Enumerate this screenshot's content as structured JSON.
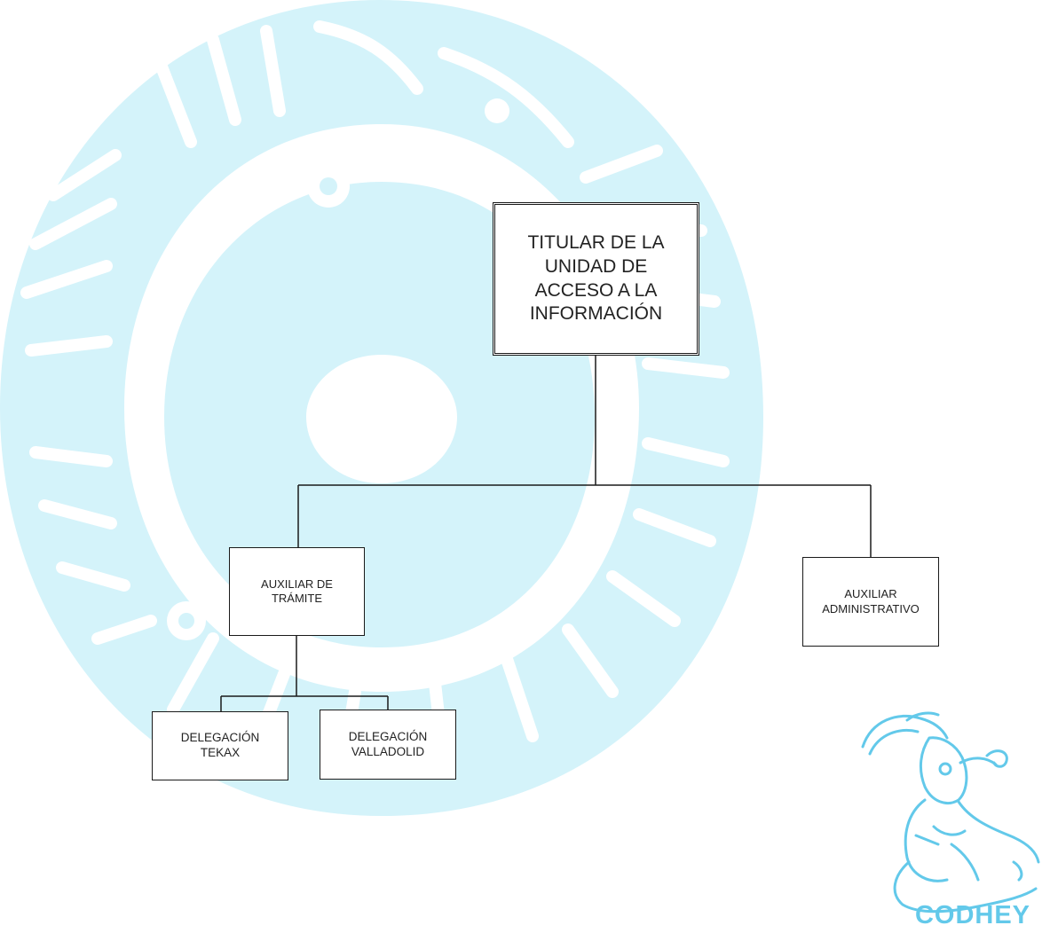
{
  "chart": {
    "root": {
      "label": "TITULAR DE LA\nUNIDAD DE\nACCESO A LA\nINFORMACIÓN"
    },
    "level2": [
      {
        "label": "AUXILIAR DE\nTRÁMITE"
      },
      {
        "label": "AUXILIAR\nADMINISTRATIVO"
      }
    ],
    "level3": [
      {
        "label": "DELEGACIÓN\nTEKAX"
      },
      {
        "label": "DELEGACIÓN\nVALLADOLID"
      }
    ]
  },
  "logo": {
    "wordmark": "CODHEY",
    "color": "#63c9ea"
  },
  "colors": {
    "watermark": "#d4f3fa",
    "line": "#1a1a1a",
    "text": "#222222"
  }
}
